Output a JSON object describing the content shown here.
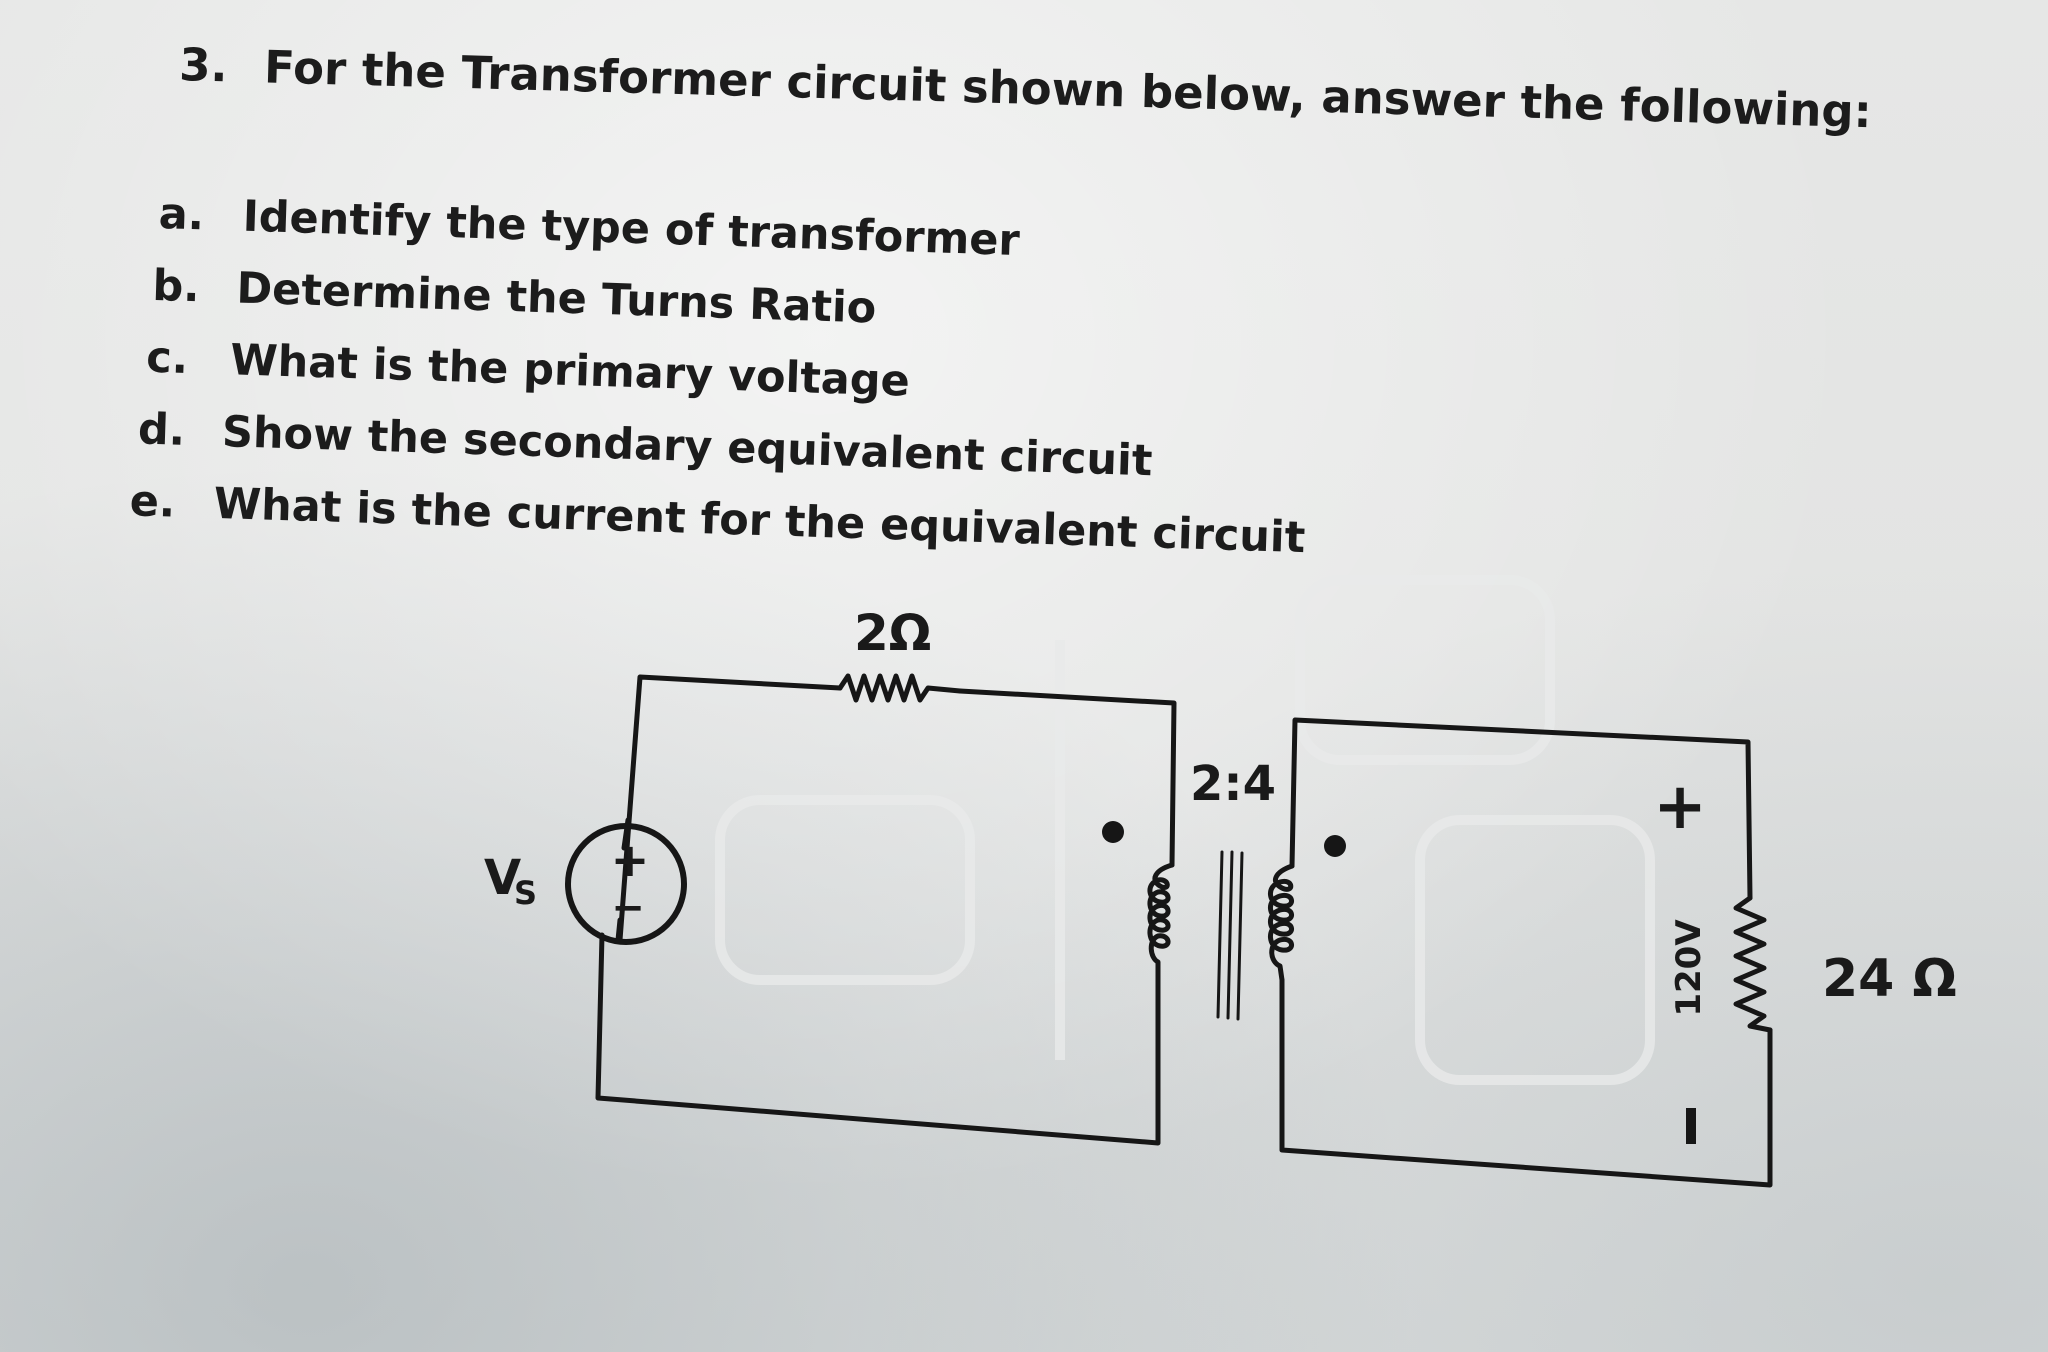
{
  "question": {
    "number": "3.",
    "text": "For the Transformer circuit shown below, answer the following:"
  },
  "items": [
    {
      "letter": "a.",
      "text": "Identify the type of transformer"
    },
    {
      "letter": "b.",
      "text": "Determine the Turns Ratio"
    },
    {
      "letter": "c.",
      "text": "What is the primary voltage"
    },
    {
      "letter": "d.",
      "text": "Show the secondary equivalent circuit"
    },
    {
      "letter": "e.",
      "text": "What is the current for the equivalent circuit"
    }
  ],
  "circuit": {
    "source_label": "V",
    "source_label_sub": "S",
    "source_plus": "+",
    "source_minus": "−",
    "series_resistor": "2Ω",
    "turns_ratio": "2:4",
    "output_voltage": "120V",
    "output_plus": "+",
    "output_minus": "−",
    "load_resistor": "24 Ω"
  }
}
